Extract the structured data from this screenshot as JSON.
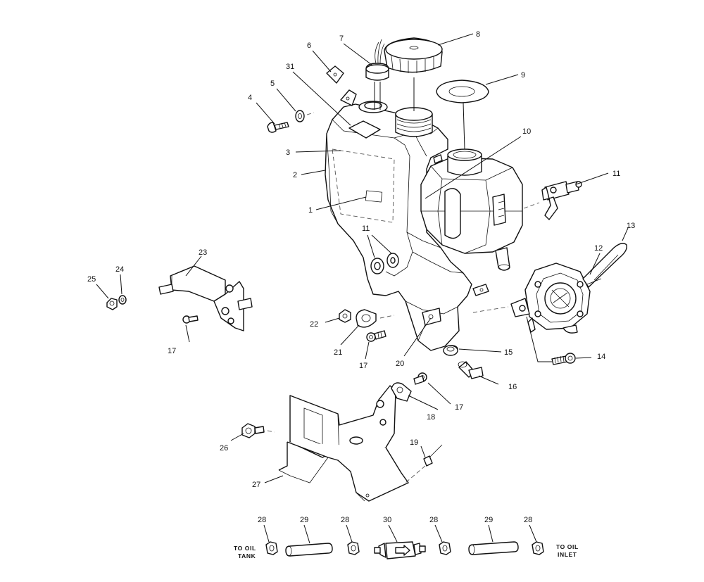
{
  "labels": {
    "p1": "1",
    "p2": "2",
    "p3": "3",
    "p4": "4",
    "p5": "5",
    "p6": "6",
    "p7": "7",
    "p8": "8",
    "p9": "9",
    "p10": "10",
    "p11a": "11",
    "p11b": "11",
    "p12": "12",
    "p13": "13",
    "p14": "14",
    "p15": "15",
    "p16": "16",
    "p17a": "17",
    "p17b": "17",
    "p17c": "17",
    "p18": "18",
    "p19": "19",
    "p20": "20",
    "p21": "21",
    "p22": "22",
    "p23": "23",
    "p24": "24",
    "p25": "25",
    "p26": "26",
    "p27": "27",
    "p28a": "28",
    "p28b": "28",
    "p28c": "28",
    "p28d": "28",
    "p29a": "29",
    "p29b": "29",
    "p30": "30",
    "p31": "31"
  },
  "captions": {
    "left_line1": "TO OIL",
    "left_line2": "TANK",
    "right_line1": "TO OIL",
    "right_line2": "INLET"
  }
}
